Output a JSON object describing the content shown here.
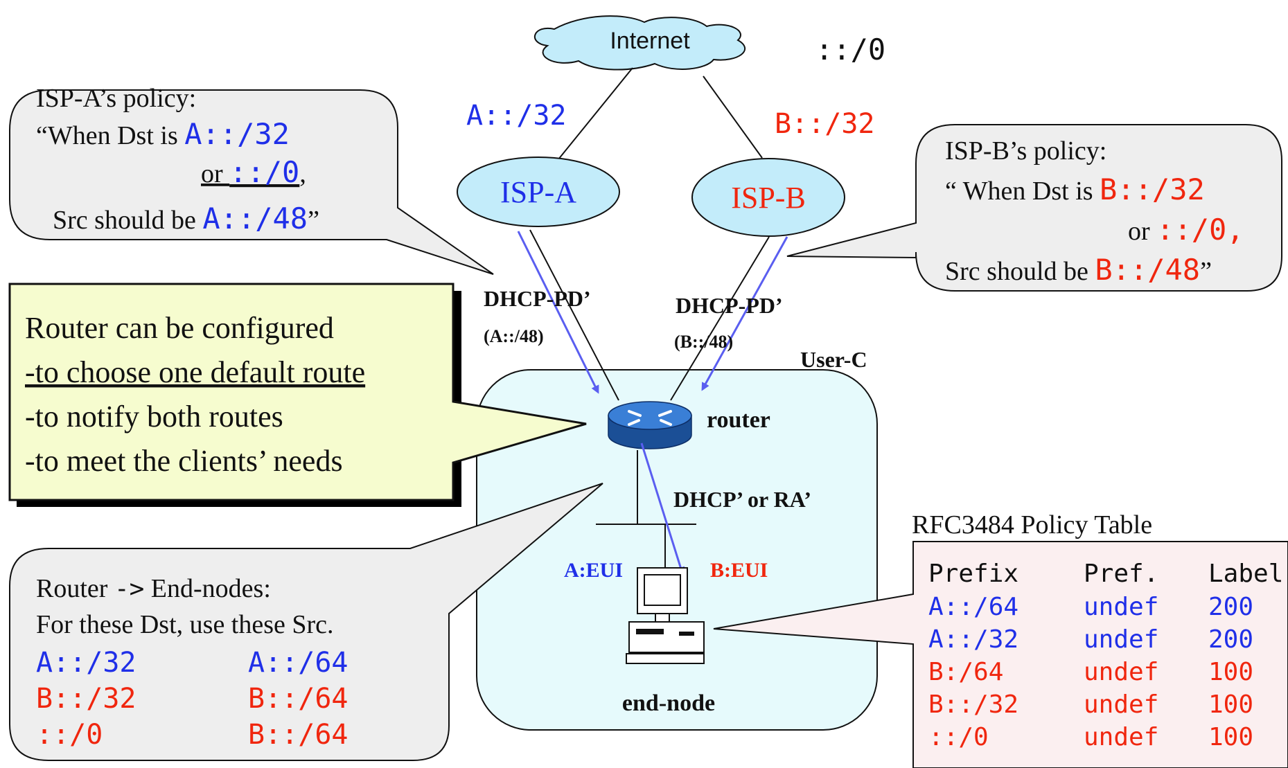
{
  "internet": {
    "label": "Internet",
    "prefix": "::/0"
  },
  "isp_a": {
    "name": "ISP-A",
    "link_prefix": "A::/32",
    "dhcp_label": "DHCP-PD’",
    "delegated": "(A::/48)"
  },
  "isp_b": {
    "name": "ISP-B",
    "link_prefix": "B::/32",
    "dhcp_label": "DHCP-PD’",
    "delegated": "(B::/48)"
  },
  "policy_a": {
    "title": "ISP-A’s policy:",
    "line2_text": "“When Dst is ",
    "line2_code": "A::/32",
    "line3_text": "or ",
    "line3_code": "::/0",
    "line3_tail": ",",
    "line4_text": "Src should be ",
    "line4_code": "A::/48",
    "line4_tail": "”"
  },
  "policy_b": {
    "title": "ISP-B’s policy:",
    "line2_text": "“ When Dst is ",
    "line2_code": "B::/32",
    "line3_text": "or ",
    "line3_code": "::/0,",
    "line4_text": "Src should be ",
    "line4_code": "B::/48",
    "line4_tail": "”"
  },
  "router_note": {
    "line1": "Router can be configured",
    "line2": "-to choose one default route",
    "line3": "-to notify both routes",
    "line4": "-to meet the clients’ needs"
  },
  "user_site": {
    "name": "User-C",
    "router_label": "router",
    "dhcp_ra": "DHCP’ or RA’",
    "a_eui": "A:EUI",
    "b_eui": "B:EUI",
    "end_node": "end-node"
  },
  "endnode_note": {
    "line1_text": "Router ",
    "line1_arrow": "->",
    "line1_tail": " End-nodes:",
    "line2": "For these Dst, use these Src.",
    "rows": [
      {
        "dst": "A::/32",
        "src": "A::/64",
        "color": "#1f2fe8"
      },
      {
        "dst": "B::/32",
        "src": "B::/64",
        "color": "#f0260e"
      },
      {
        "dst": " ::/0",
        "src": "B::/64",
        "color": "#f0260e"
      }
    ]
  },
  "policy_table": {
    "title": "RFC3484 Policy Table",
    "headers": [
      "Prefix",
      "Pref.",
      "Label"
    ],
    "rows": [
      {
        "prefix": "A::/64",
        "pref": "undef",
        "label": "200",
        "color": "#1f2fe8"
      },
      {
        "prefix": "A::/32",
        "pref": "undef",
        "label": "200",
        "color": "#1f2fe8"
      },
      {
        "prefix": "B:/64",
        "pref": "undef",
        "label": "100",
        "color": "#f0260e"
      },
      {
        "prefix": "B::/32",
        "pref": "undef",
        "label": "100",
        "color": "#f0260e"
      },
      {
        "prefix": "::/0",
        "pref": "undef",
        "label": "100",
        "color": "#f0260e"
      }
    ]
  },
  "colors": {
    "isp_a": "#1f2fe8",
    "isp_b": "#f0260e",
    "arrow": "#5a5ef0",
    "cloud": "#c3ecfa",
    "site": "#e6fafc",
    "note_box": "#f6fccf",
    "callout": "#eeeeee",
    "table_box": "#fbeff0"
  }
}
